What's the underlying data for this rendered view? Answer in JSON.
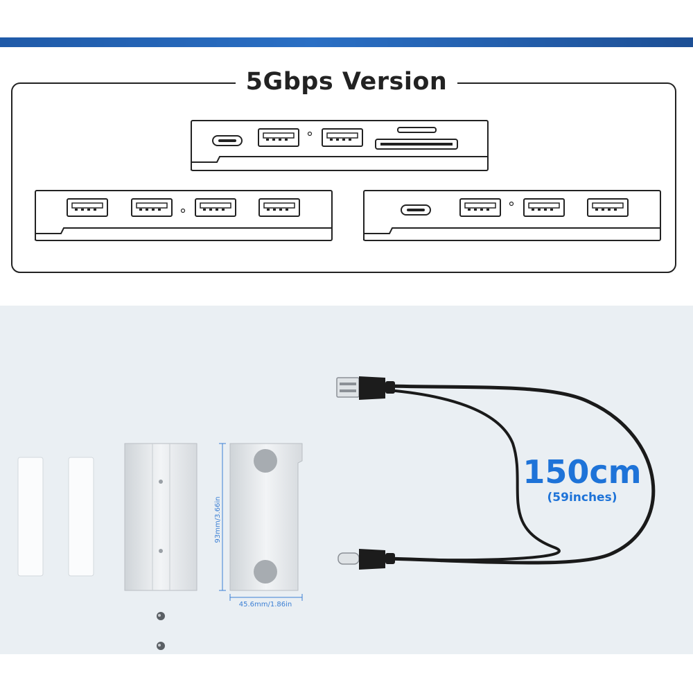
{
  "title": "5Gbps Version",
  "cable": {
    "length": "150cm",
    "length_imperial": "(59inches)"
  },
  "bracket": {
    "height_label": "93mm/3.66in",
    "width_label": "45.6mm/1.86in"
  },
  "hubs": [
    {
      "ports": [
        "usb-c",
        "usb-a",
        "usb-a",
        "sd-card-slot",
        "microsd-slot"
      ]
    },
    {
      "ports": [
        "usb-a",
        "usb-a",
        "usb-a",
        "usb-a"
      ]
    },
    {
      "ports": [
        "usb-c",
        "usb-a",
        "usb-a",
        "usb-a"
      ]
    }
  ],
  "icons": [
    "usb-a-port-icon",
    "usb-c-port-icon",
    "sd-card-slot-icon",
    "usb-a-plug-icon",
    "usb-c-plug-icon"
  ],
  "colors": {
    "accent": "#2a6fc4",
    "text_blue": "#1e73d8",
    "background": "#eaeff3"
  }
}
